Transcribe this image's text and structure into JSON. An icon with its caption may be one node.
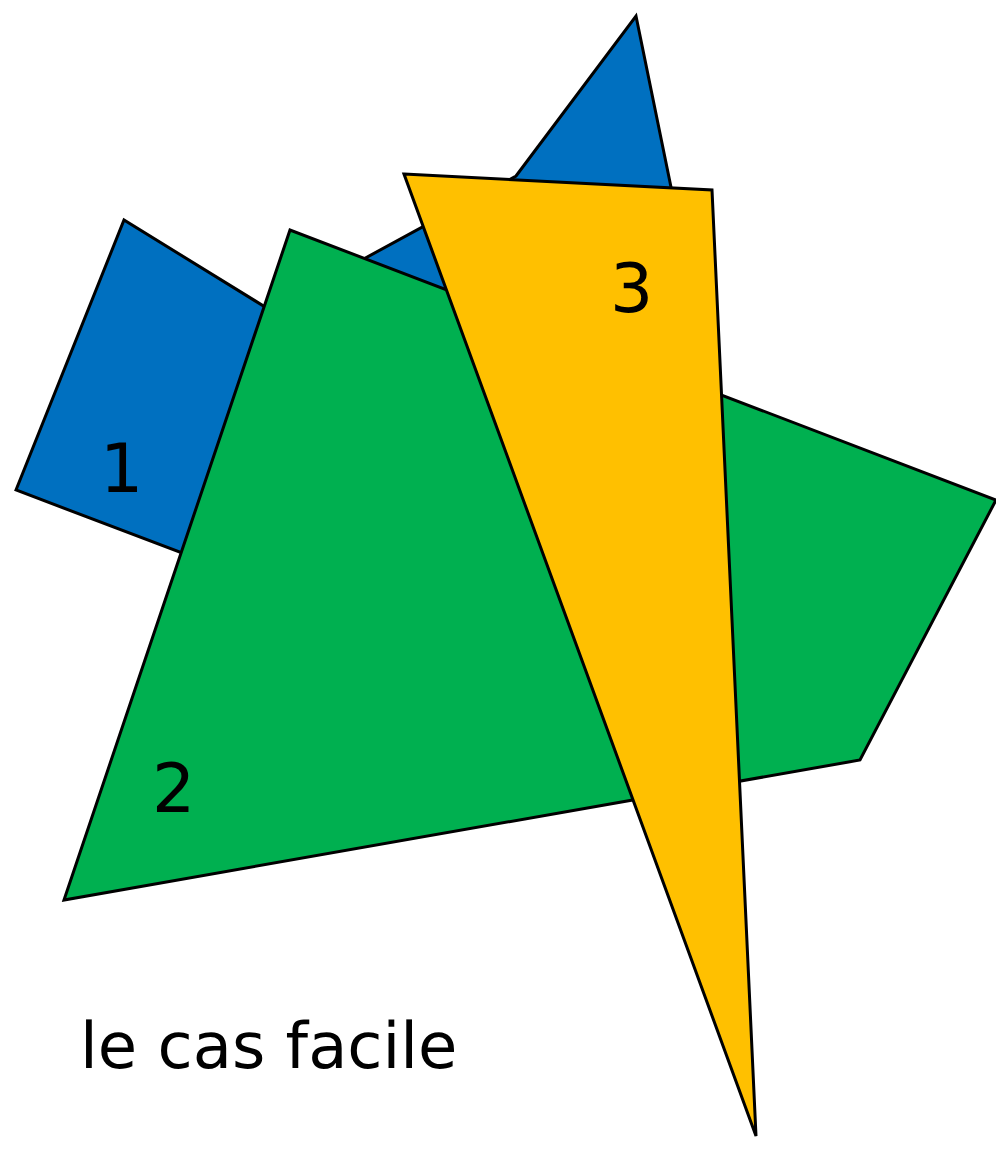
{
  "diagram": {
    "nodes": [
      {
        "text": [
          "1"
        ]
      },
      {
        "text": [
          "2"
        ]
      },
      {
        "text": [
          "3"
        ]
      }
    ],
    "labels": [
      "le cas facile"
    ]
  }
}
